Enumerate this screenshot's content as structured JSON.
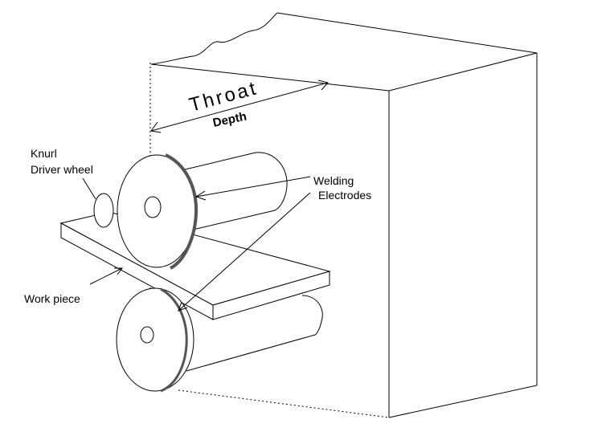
{
  "labels": {
    "throat": "Throat",
    "depth": "Depth",
    "knurl": "Knurl",
    "driver_wheel": "Driver wheel",
    "welding": "Welding",
    "electrodes": "Electrodes",
    "work_piece": "Work piece"
  },
  "colors": {
    "line": "#000000",
    "background": "#ffffff",
    "electrode_rim": "#555555"
  }
}
